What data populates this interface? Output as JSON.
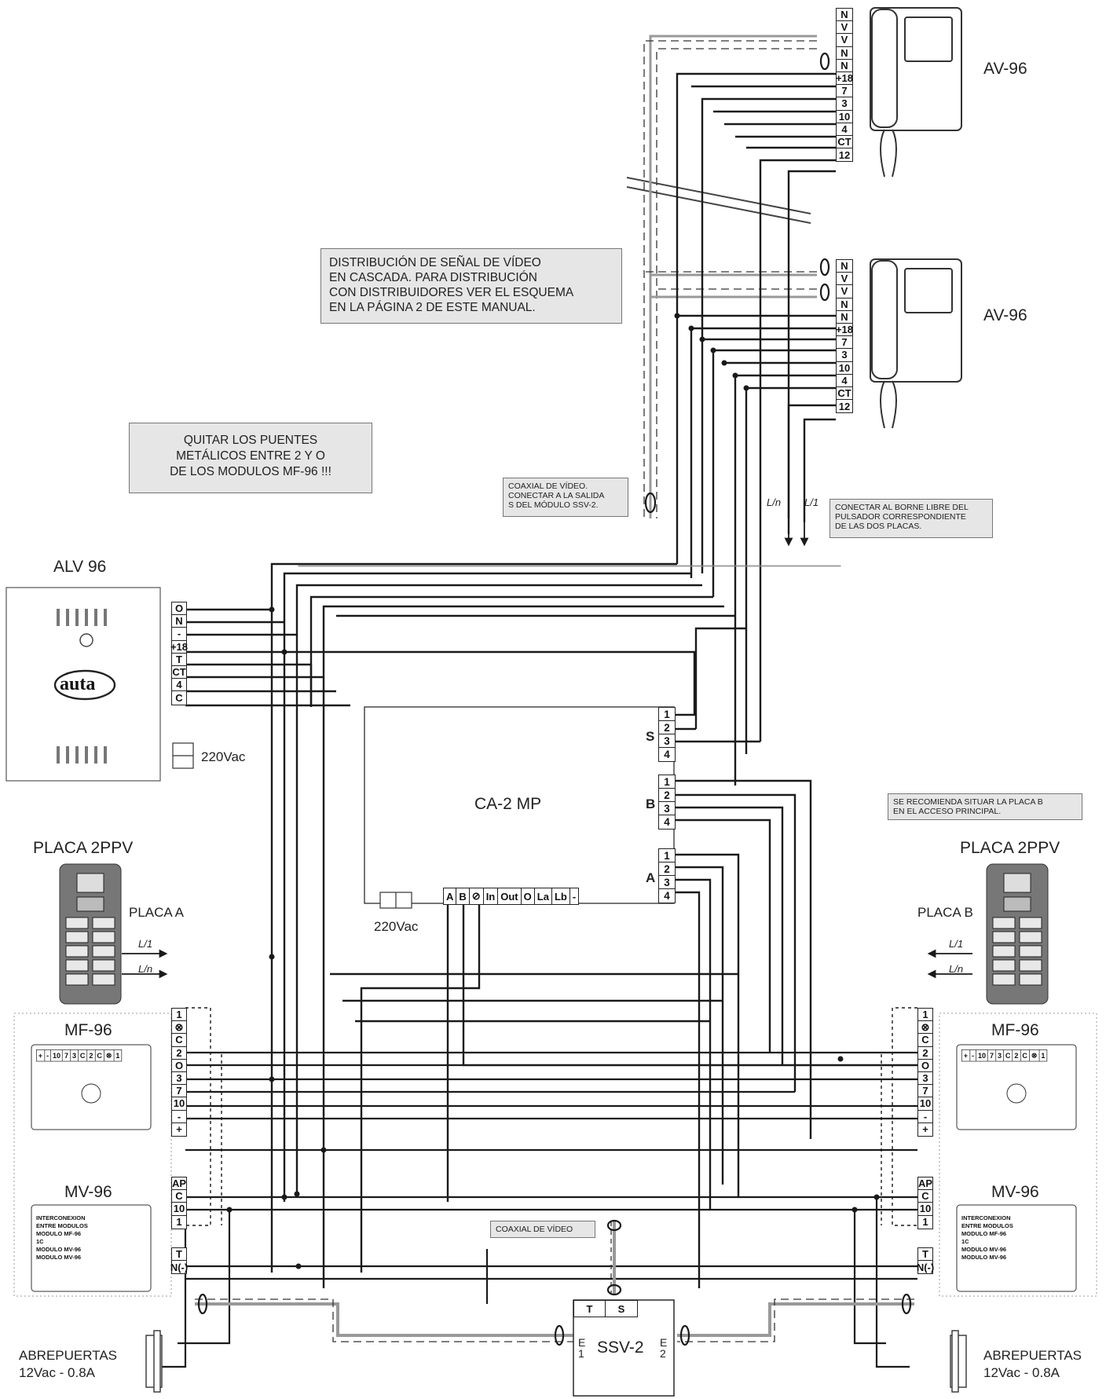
{
  "devices": {
    "monitor_1": {
      "label": "AV-96",
      "terminals": [
        "N",
        "V",
        "V",
        "N",
        "N",
        "+18",
        "7",
        "3",
        "10",
        "4",
        "CT",
        "12"
      ]
    },
    "monitor_2": {
      "label": "AV-96",
      "terminals": [
        "N",
        "V",
        "V",
        "N",
        "N",
        "+18",
        "7",
        "3",
        "10",
        "4",
        "CT",
        "12"
      ]
    },
    "power_supply": {
      "label": "ALV 96",
      "brand": "auta",
      "terminals": [
        "O",
        "N",
        "-",
        "+18",
        "T",
        "CT",
        "4",
        "C"
      ],
      "mains": "220Vac"
    },
    "central": {
      "label": "CA-2 MP",
      "port_s": {
        "name": "S",
        "pins": [
          "1",
          "2",
          "3",
          "4"
        ]
      },
      "port_b": {
        "name": "B",
        "pins": [
          "1",
          "2",
          "3",
          "4"
        ]
      },
      "port_a": {
        "name": "A",
        "pins": [
          "1",
          "2",
          "3",
          "4"
        ]
      },
      "bottom_terminals": [
        "A",
        "B",
        "⊘",
        "In",
        "Out",
        "O",
        "La",
        "Lb",
        "-"
      ],
      "mains": "220Vac"
    },
    "panel_a": {
      "title": "PLACA 2PPV",
      "sub": "PLACA A",
      "l1": "L/1",
      "ln": "L/n"
    },
    "panel_b": {
      "title": "PLACA 2PPV",
      "sub": "PLACA B",
      "l1": "L/1",
      "ln": "L/n"
    },
    "mf_left": {
      "label": "MF-96",
      "terminals": [
        "1",
        "⊗",
        "C",
        "2",
        "O",
        "3",
        "7",
        "10",
        "-",
        "+"
      ],
      "strip": [
        "+",
        "-",
        "10",
        "7",
        "3",
        "C",
        "2",
        "C",
        "⊗",
        "1"
      ]
    },
    "mf_right": {
      "label": "MF-96",
      "terminals": [
        "1",
        "⊗",
        "C",
        "2",
        "O",
        "3",
        "7",
        "10",
        "-",
        "+"
      ],
      "strip": [
        "+",
        "-",
        "10",
        "7",
        "3",
        "C",
        "2",
        "C",
        "⊗",
        "1"
      ]
    },
    "mv_left": {
      "label": "MV-96",
      "terminals": [
        "AP",
        "C",
        "10",
        "1"
      ],
      "terminals_b": [
        "T",
        "N(-)"
      ],
      "board": [
        "INTERCONEXION",
        "ENTRE MODULOS",
        "MODULO MF-96",
        "1C",
        "MODULO MV-96",
        "MODULO MV-96"
      ]
    },
    "mv_right": {
      "label": "MV-96",
      "terminals": [
        "AP",
        "C",
        "10",
        "1"
      ],
      "terminals_b": [
        "T",
        "N(-)"
      ],
      "board": [
        "INTERCONEXION",
        "ENTRE MODULOS",
        "MODULO MF-96",
        "1C",
        "MODULO MV-96",
        "MODULO MV-96"
      ]
    },
    "splitter": {
      "label": "SSV-2",
      "inputs": [
        "T",
        "S"
      ],
      "e1": "E 1",
      "e2": "E 2"
    },
    "lock_left": {
      "label1": "ABREPUERTAS",
      "label2": "12Vac - 0.8A"
    },
    "lock_right": {
      "label1": "ABREPUERTAS",
      "label2": "12Vac - 0.8A"
    }
  },
  "notes": {
    "video_distribution": [
      "DISTRIBUCIÓN DE SEÑAL DE VÍDEO",
      "EN CASCADA. PARA DISTRIBUCIÓN",
      "CON DISTRIBUIDORES VER EL ESQUEMA",
      "EN LA PÁGINA 2 DE ESTE MANUAL."
    ],
    "remove_bridges": [
      "QUITAR LOS PUENTES",
      "METÁLICOS ENTRE 2 Y O",
      "DE LOS MODULOS MF-96 !!!"
    ],
    "coax_output": [
      "COAXIAL DE VÍDEO.",
      "CONECTAR A LA SALIDA",
      "S DEL MÓDULO SSV-2."
    ],
    "connect_free": [
      "CONECTAR AL BORNE LIBRE DEL",
      "PULSADOR CORRESPONDIENTE",
      "DE LAS DOS PLACAS."
    ],
    "recommend_b": [
      "SE RECOMIENDA SITUAR LA PLACA B",
      "EN EL ACCESO PRINCIPAL."
    ],
    "coax_label": "COAXIAL DE VÍDEO"
  },
  "wire_labels": {
    "ln": "L/n",
    "l1": "L/1"
  },
  "colors": {
    "wire": "#1a1a1a",
    "note_bg": "#e6e6e6",
    "coax": "#9a9a9a"
  }
}
